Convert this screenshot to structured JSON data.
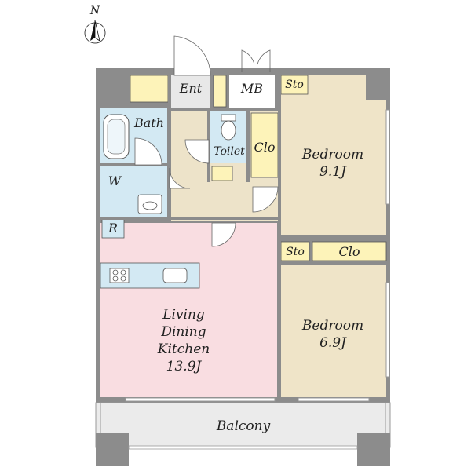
{
  "compass": {
    "label": "N"
  },
  "rooms": {
    "entrance": "Ent",
    "meter_box": "MB",
    "storage_top": "Sto",
    "bath": "Bath",
    "toilet": "Toilet",
    "closet_top": "Clo",
    "bedroom1": {
      "name": "Bedroom",
      "size": "9.1J"
    },
    "washer": "W",
    "refrigerator": "R",
    "storage_mid": "Sto",
    "closet_mid": "Clo",
    "ldk": {
      "line1": "Living",
      "line2": "Dining",
      "line3": "Kitchen",
      "size": "13.9J"
    },
    "bedroom2": {
      "name": "Bedroom",
      "size": "6.9J"
    },
    "balcony": "Balcony"
  },
  "colors": {
    "wall": "#8c8c8c",
    "bedroom": "#efe4c8",
    "hall": "#ede3c9",
    "ldk": "#f9dde1",
    "wet": "#d3e9f3",
    "storage": "#fdf3b9",
    "balcony": "#ebebeb"
  }
}
